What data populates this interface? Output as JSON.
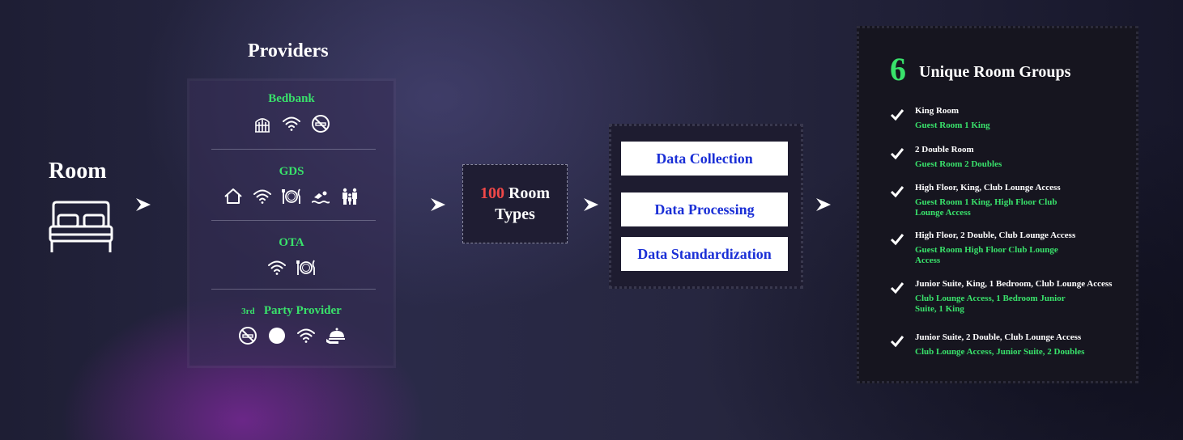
{
  "room": {
    "title": "Room"
  },
  "providers": {
    "title": "Providers",
    "sections": [
      {
        "name": "Bedbank",
        "icons": [
          "gate-icon",
          "wifi-icon",
          "no-smoking-icon"
        ]
      },
      {
        "name": "GDS",
        "icons": [
          "home-icon",
          "wifi-icon",
          "dining-icon",
          "swimming-icon",
          "family-icon"
        ]
      },
      {
        "name": "OTA",
        "icons": [
          "wifi-icon",
          "dining-icon"
        ]
      },
      {
        "name_sup": "3rd",
        "name": "Party Provider",
        "icons": [
          "no-smoking-icon",
          "circle-icon",
          "wifi-icon",
          "room-service-icon"
        ]
      }
    ]
  },
  "room_types": {
    "count": "100",
    "label_1": "Room",
    "label_2": "Types"
  },
  "data_steps": [
    "Data Collection",
    "Data Processing",
    "Data Standardization"
  ],
  "groups": {
    "count": "6",
    "title": "Unique Room Groups",
    "items": [
      {
        "name": "King Room",
        "sub": "Guest Room 1 King"
      },
      {
        "name": "2 Double Room",
        "sub": "Guest Room 2 Doubles"
      },
      {
        "name": "High Floor, King, Club Lounge Access",
        "sub": "Guest Room 1 King, High Floor Club Lounge Access"
      },
      {
        "name": "High Floor, 2 Double, Club Lounge Access",
        "sub": "Guest Room High Floor Club Lounge Access"
      },
      {
        "name": "Junior Suite, King, 1 Bedroom, Club Lounge Access",
        "sub": "Club Lounge Access, 1 Bedroom Junior Suite, 1 King"
      },
      {
        "name": "Junior Suite, 2 Double, Club Lounge Access",
        "sub": "Club Lounge Access, Junior Suite, 2 Doubles"
      }
    ]
  },
  "colors": {
    "accent_green": "#39e26b",
    "accent_red": "#f04848",
    "accent_blue": "#1a2fd6"
  }
}
